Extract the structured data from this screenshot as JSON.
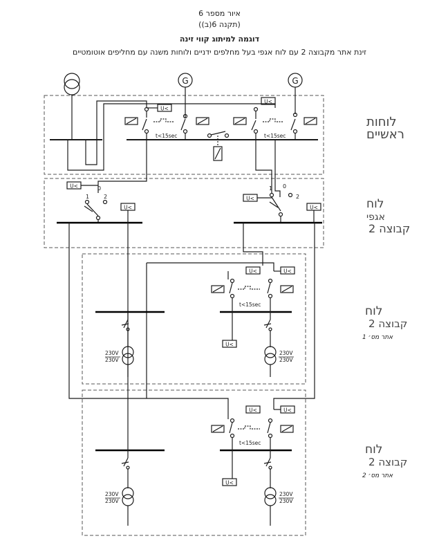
{
  "header": {
    "figure_number": "איור מספר 6",
    "regulation": "(תקנה 6(ב))",
    "title": "דוגמה למיתוג קווי זינה",
    "subtitle": "זינת אתר מקבוצה 2 עם לוח אגפי בעל מחלפים ידניים ולוחות משנה עם מחליפים אוטומטיים"
  },
  "panels": {
    "main": {
      "line1": "לוחות",
      "line2": "ראשיים"
    },
    "wing": {
      "line1": "לוח",
      "line2": "אגפי",
      "line3": "קבוצה 2"
    },
    "site1": {
      "line1": "לוח",
      "line2": "קבוצה 2",
      "site": "אתר מס׳ 1"
    },
    "site2": {
      "line1": "לוח",
      "line2": "קבוצה 2",
      "site": "אתר מס׳ 2"
    }
  },
  "symbols": {
    "generator": "G",
    "undervoltage_relay": "U<",
    "timer": "t<15sec",
    "transformer_ratio_top": "230V",
    "transformer_ratio_bottom": "230V",
    "switch_position_0": "0",
    "switch_position_1": "1",
    "switch_position_2": "2"
  }
}
